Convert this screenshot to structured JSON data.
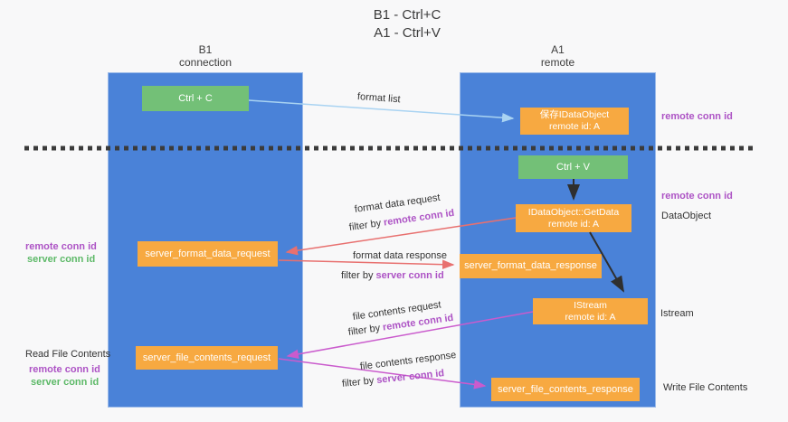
{
  "title": {
    "line1": "B1 - Ctrl+C",
    "line2": "A1 - Ctrl+V"
  },
  "lanes": {
    "left": {
      "title": "B1",
      "subtitle": "connection"
    },
    "right": {
      "title": "A1",
      "subtitle": "remote"
    }
  },
  "nodes": {
    "ctrl_c": {
      "label": "Ctrl + C"
    },
    "ctrl_v": {
      "label": "Ctrl + V"
    },
    "save_dataobject": {
      "line1": "保存IDataObject",
      "line2": "remote id: A"
    },
    "getdata": {
      "line1": "IDataObject::GetData",
      "line2": "remote id: A"
    },
    "istream": {
      "line1": "IStream",
      "line2": "remote id: A"
    },
    "server_format_data_request": {
      "label": "server_format_data_request"
    },
    "server_format_data_response": {
      "label": "server_format_data_response"
    },
    "server_file_contents_request": {
      "label": "server_file_contents_request"
    },
    "server_file_contents_response": {
      "label": "server_file_contents_response"
    }
  },
  "arrow_labels": {
    "format_list": "format list",
    "format_data_request": "format data request",
    "format_data_response": "format data response",
    "file_contents_request": "file contents request",
    "file_contents_response": "file contents response",
    "filter_by": "filter by",
    "remote_conn_id": "remote conn id",
    "server_conn_id": "server conn id"
  },
  "side_labels": {
    "remote_conn_id": "remote conn id",
    "server_conn_id": "server conn id",
    "dataobject": "DataObject",
    "istream": "Istream",
    "read_file_contents": "Read File Contents",
    "write_file_contents": "Write File Contents"
  },
  "colors": {
    "lane_blue": "#4a82d8",
    "node_orange": "#f7a941",
    "node_green": "#73c077",
    "arrow_red": "#e8706f",
    "arrow_magenta": "#ca5bcd",
    "arrow_light_blue": "#a9d3f2",
    "arrow_black": "#2f2f2f",
    "text_purple": "#ad53c5",
    "text_green": "#5db968"
  }
}
